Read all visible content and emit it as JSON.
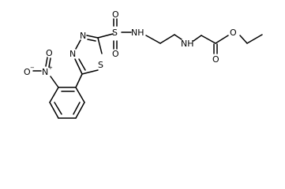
{
  "atoms": {
    "s_sulfonyl": "S",
    "o_sulfonyl_top": "O",
    "o_sulfonyl_bottom": "O",
    "nh_sulfonamide": "NH",
    "nh_amine": "NH",
    "o_carbonyl": "O",
    "o_ester": "O",
    "n_ring_upper": "N",
    "n_ring_lower": "N",
    "s_ring": "S",
    "n_nitro": "N",
    "o_nitro_dbl": "O",
    "o_nitro_minus": "O",
    "n_nitro_charge": "+",
    "o_nitro_charge": "−"
  },
  "colors": {
    "bond": "#000000",
    "text": "#000000",
    "background": "#ffffff"
  }
}
